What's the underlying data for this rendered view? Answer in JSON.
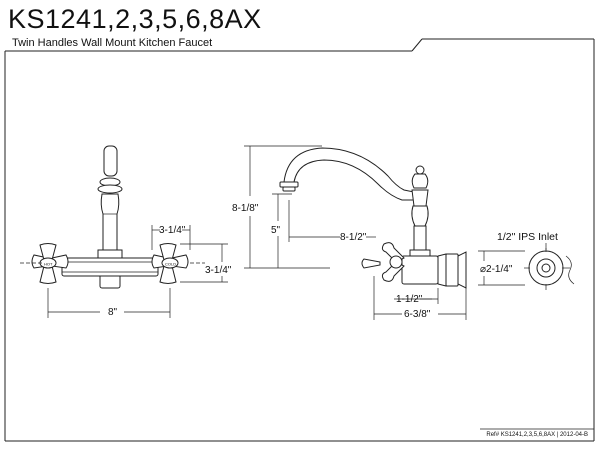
{
  "header": {
    "model": "KS1241,2,3,5,6,8AX",
    "description": "Twin Handles Wall Mount Kitchen Faucet"
  },
  "front_view": {
    "center_spacing": "8\"",
    "handle_width": "3-1/4\"",
    "handle_height": "3-1/4\""
  },
  "side_view": {
    "overall_height": "8-1/8\"",
    "spout_clearance": "5\"",
    "spout_reach": "8-1/2\"",
    "wall_to_body": "1-1/2\"",
    "overall_depth": "6-3/8\""
  },
  "inlet_view": {
    "label": "1/2\" IPS Inlet",
    "diameter": "⌀2-1/4\""
  },
  "footer": {
    "reference": "Ref# KS1241,2,3,5,6,8AX | 2012-04-B"
  }
}
